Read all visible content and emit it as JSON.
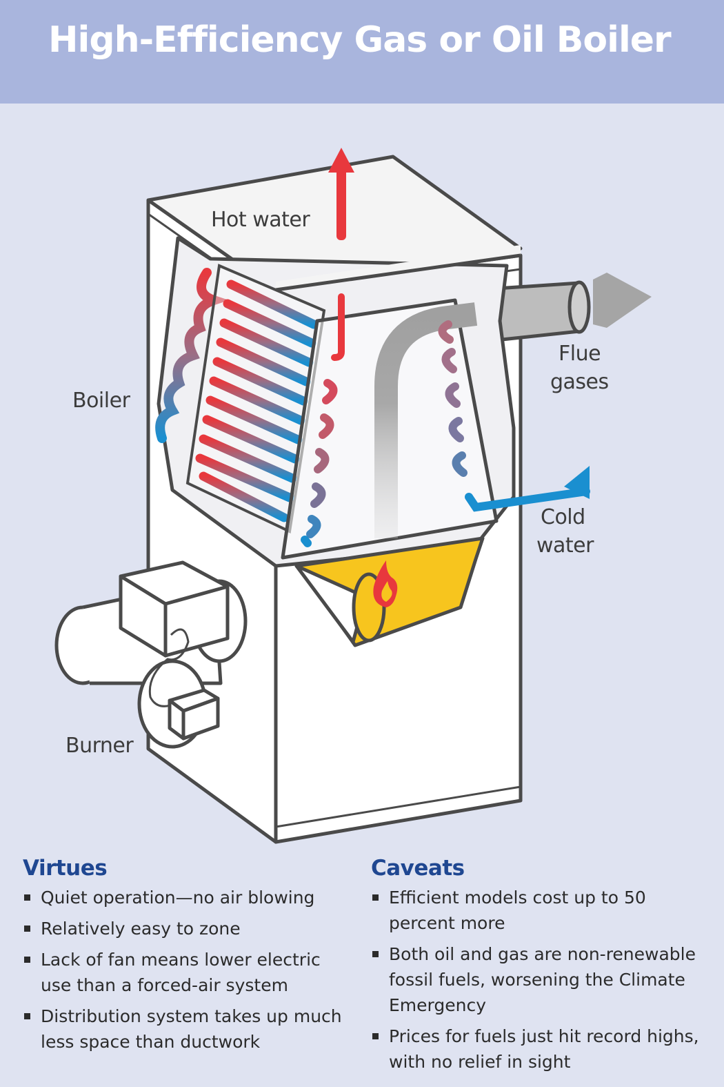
{
  "header": {
    "title": "High-Efficiency Gas or Oil Boiler"
  },
  "diagram": {
    "labels": {
      "hot_water": "Hot water",
      "boiler": "Boiler",
      "flue_line1": "Flue",
      "flue_line2": "gases",
      "cold_line1": "Cold",
      "cold_line2": "water",
      "burner": "Burner"
    },
    "colors": {
      "hot": "#e8383d",
      "cold": "#1a8fd0",
      "flame_chamber": "#f7c51e",
      "flue": "#9c9c9c",
      "outline": "#4a4a4a"
    }
  },
  "virtues": {
    "heading": "Virtues",
    "items": [
      "Quiet operation—no air blowing",
      "Relatively easy to zone",
      "Lack of fan means lower electric use than a forced-air system",
      "Distribution system takes up much less space than ductwork"
    ]
  },
  "caveats": {
    "heading": "Caveats",
    "items": [
      "Efficient models cost up to 50 percent more",
      "Both oil and gas are non-renewable fossil fuels, worsening the Climate Emergency",
      "Prices for fuels just hit record highs, with no relief in sight"
    ]
  }
}
